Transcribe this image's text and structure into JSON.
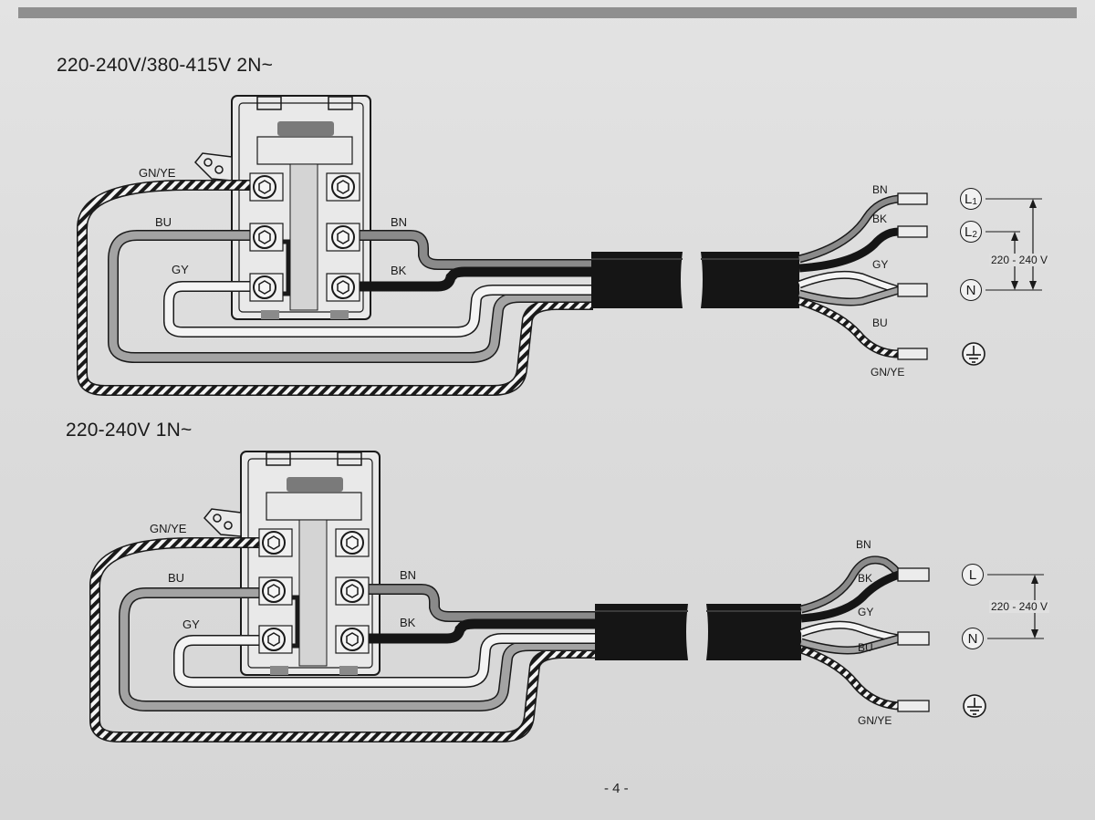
{
  "page_number": "- 4 -",
  "diagrams": [
    {
      "heading": "220-240V/380-415V 2N~",
      "wire_labels": {
        "earth_left": "GN/YE",
        "blue_left": "BU",
        "grey_left": "GY",
        "brown_left": "BN",
        "black_left": "BK",
        "brown_right": "BN",
        "black_right": "BK",
        "grey_right": "GY",
        "blue_right": "BU",
        "earth_right": "GN/YE"
      },
      "terminals": {
        "t1_main": "L",
        "t1_sub": "1",
        "t2_main": "L",
        "t2_sub": "2",
        "neutral": "N"
      },
      "voltage": "220 - 240 V"
    },
    {
      "heading": "220-240V 1N~",
      "wire_labels": {
        "earth_left": "GN/YE",
        "blue_left": "BU",
        "grey_left": "GY",
        "brown_left": "BN",
        "black_left": "BK",
        "brown_right": "BN",
        "black_right": "BK",
        "grey_right": "GY",
        "blue_right": "BU",
        "earth_right": "GN/YE"
      },
      "terminals": {
        "line": "L",
        "neutral": "N"
      },
      "voltage": "220 - 240 V"
    }
  ],
  "colors": {
    "brown_wire": "#8a8a8a",
    "black_wire": "#151515",
    "grey_wire": "#f4f4f4",
    "blue_wire": "#a3a3a3",
    "earth_dark": "#1a1a1a",
    "earth_light": "#f4f4f4",
    "sheath": "#151515"
  }
}
